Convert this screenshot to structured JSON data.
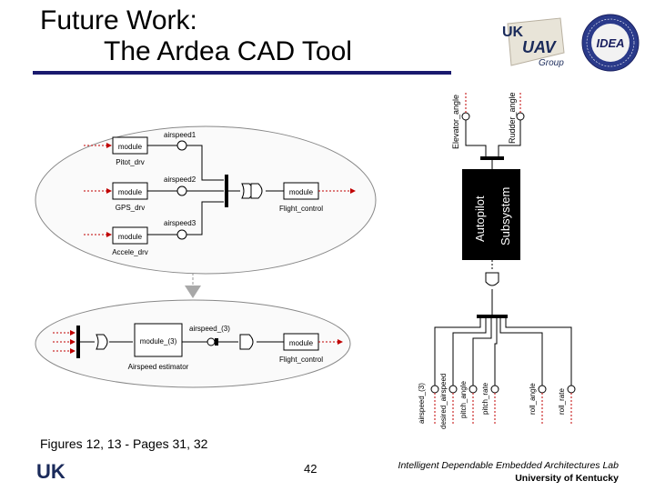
{
  "title": {
    "line1": "Future Work:",
    "line2": "The Ardea CAD Tool"
  },
  "logos": {
    "uk_uav_top": "UK",
    "uk_uav_mid": "UAV",
    "uk_uav_group": "Group",
    "idea": "IDEA",
    "footer_uk": "UK"
  },
  "diagram_top": {
    "modules": [
      {
        "label": "module",
        "name": "Pitot_drv"
      },
      {
        "label": "module",
        "name": "GPS_drv"
      },
      {
        "label": "module",
        "name": "Accele_drv"
      }
    ],
    "ports": [
      "airspeed1",
      "airspeed2",
      "airspeed3"
    ],
    "flight_control": {
      "label": "module",
      "name": "Flight_control"
    }
  },
  "diagram_bottom": {
    "estimator": {
      "label": "module_(3)",
      "name": "Airspeed estimator"
    },
    "port": "airspeed_(3)",
    "flight_control": {
      "label": "module",
      "name": "Flight_control"
    }
  },
  "autopilot": {
    "title": "Autopilot",
    "subtitle": "Subsystem",
    "outputs": [
      "Elevator_angle",
      "Rudder_angle"
    ],
    "inputs": [
      "airspeed_(3)",
      "desired_airspeed",
      "pitch_angle",
      "pitch_rate",
      "roll_angle",
      "roll_rate"
    ]
  },
  "caption": "Figures 12, 13 - Pages 31, 32",
  "footer": {
    "page_number": "42",
    "lab": "Intelligent Dependable Embedded Architectures Lab",
    "university": "University of Kentucky"
  }
}
